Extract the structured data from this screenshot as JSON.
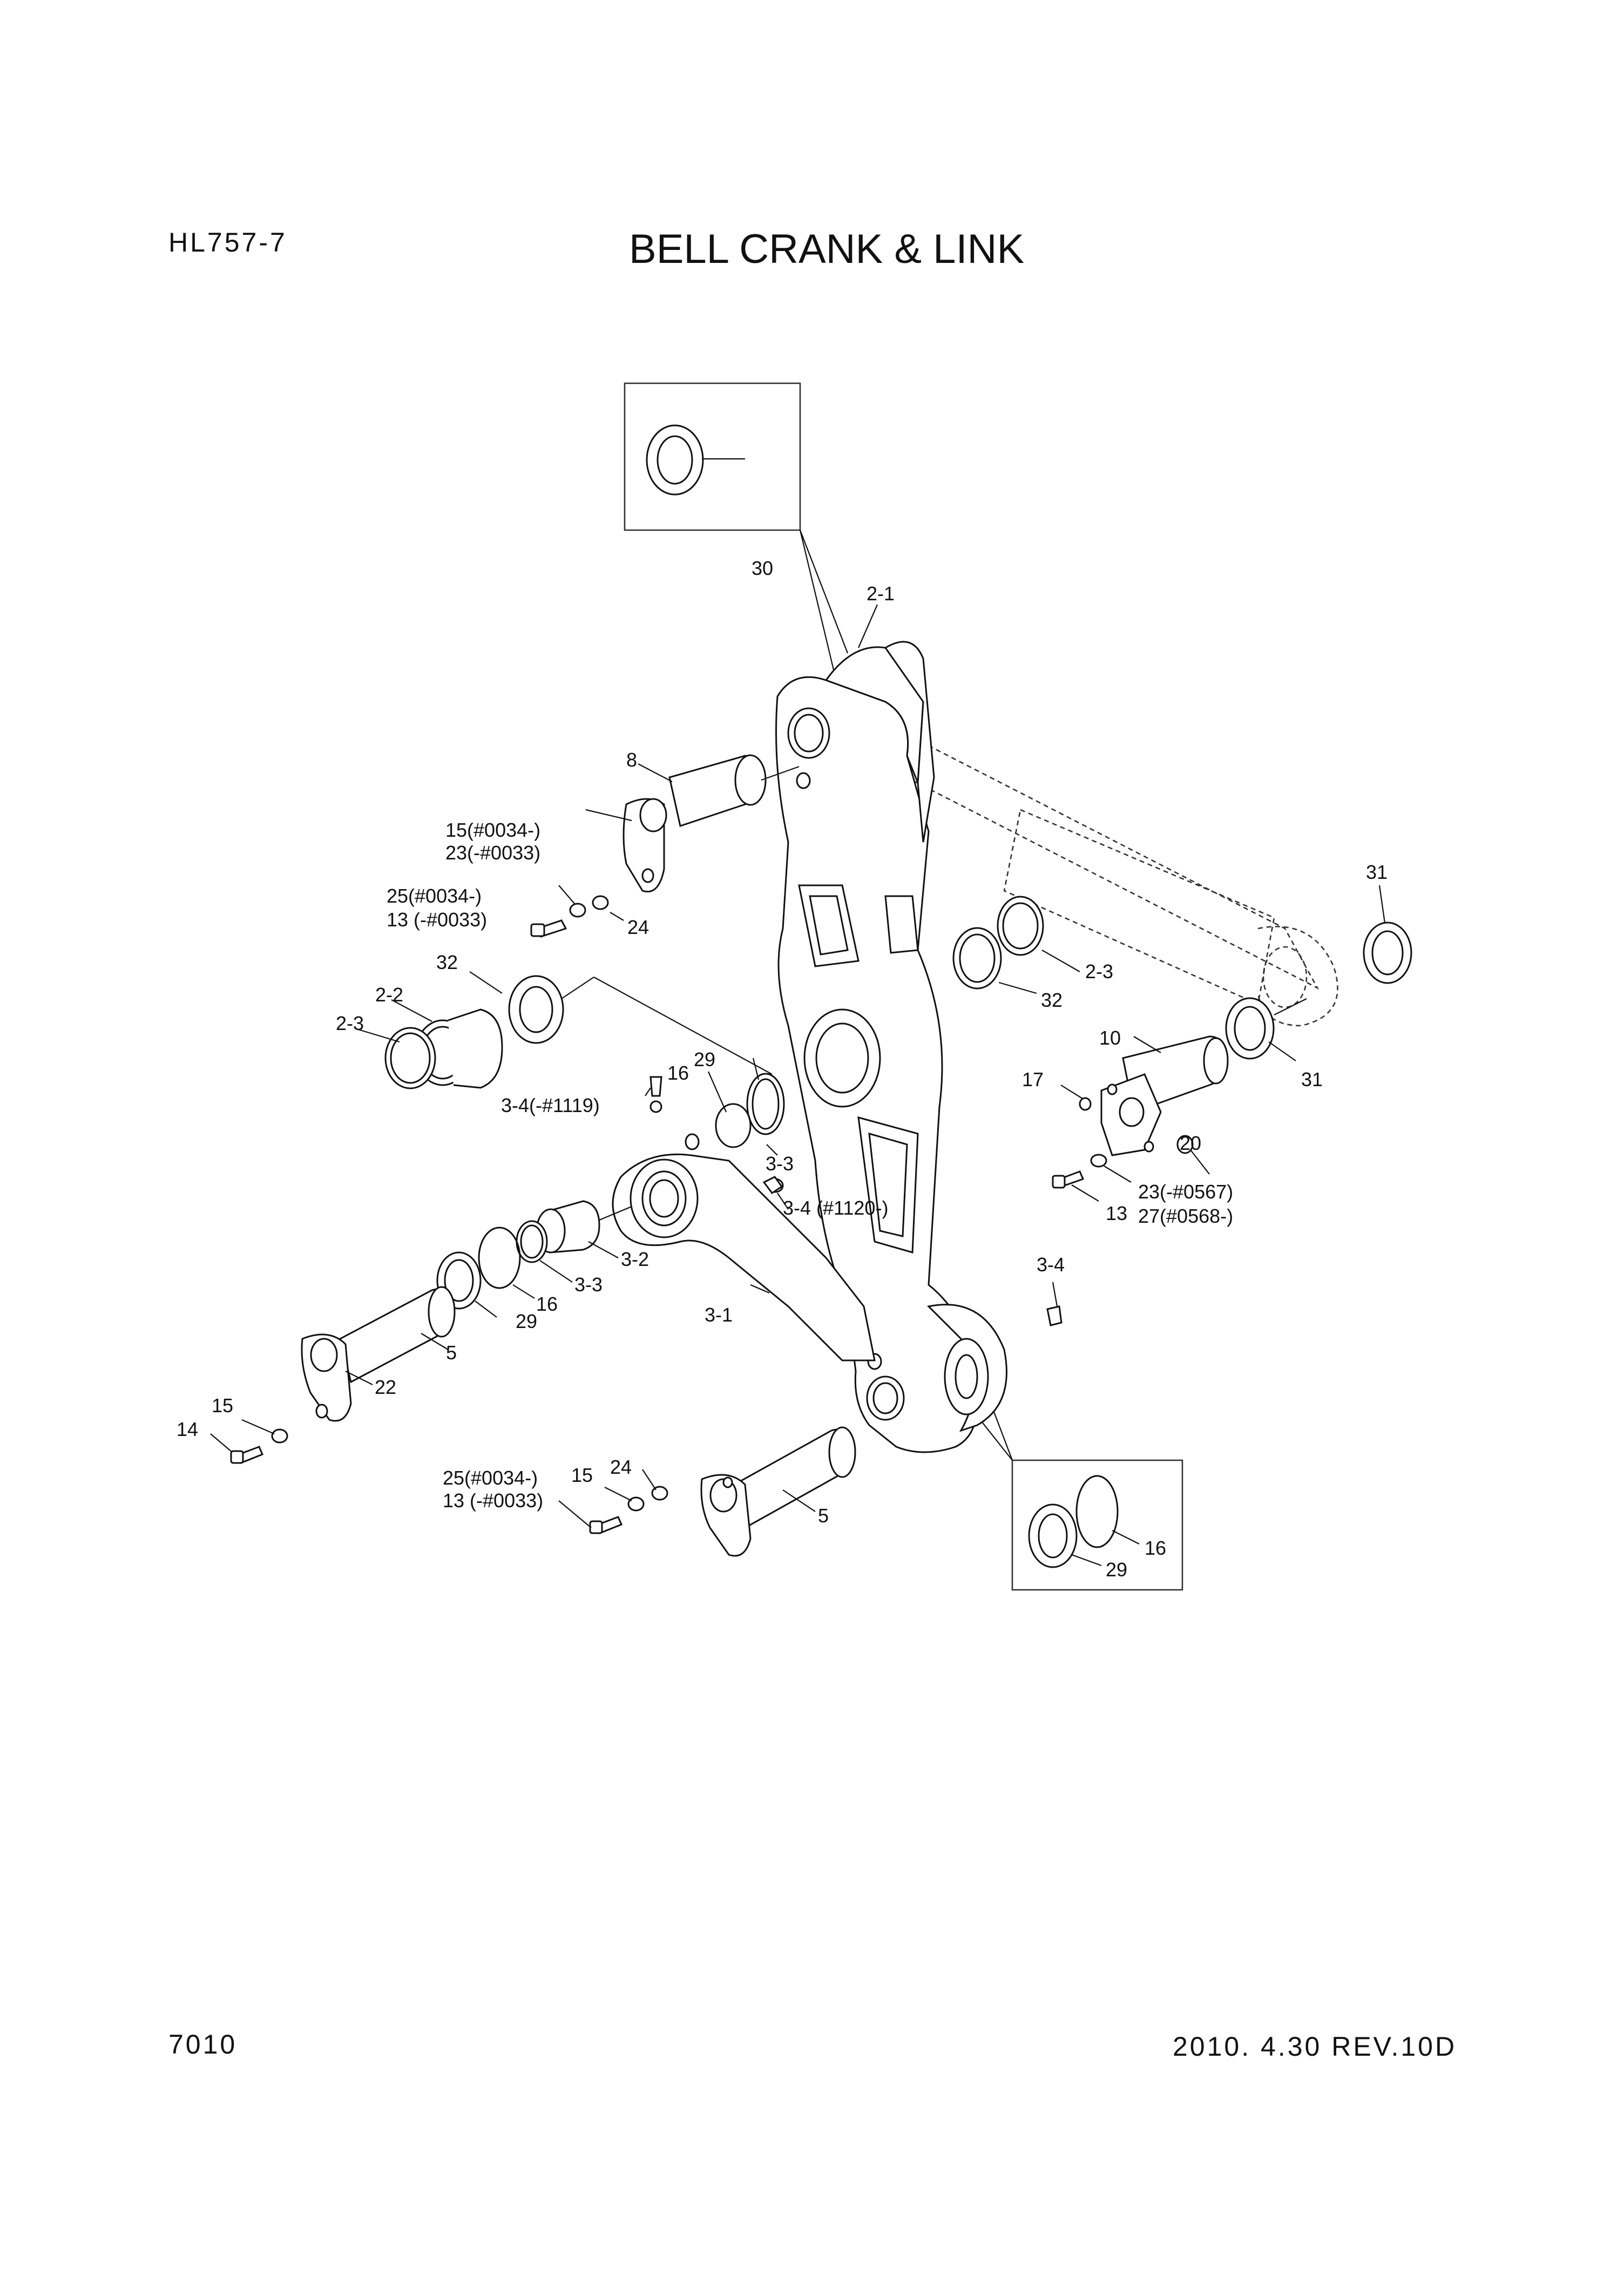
{
  "header": {
    "model": "HL757-7",
    "title": "BELL CRANK & LINK"
  },
  "footer": {
    "page_number": "7010",
    "revision": "2010. 4.30  REV.10D"
  },
  "callouts": {
    "c30": "30",
    "c2_1": "2-1",
    "c8": "8",
    "c15a": "15(#0034-)",
    "c23a": "23(-#0033)",
    "c25a": "25(#0034-)",
    "c13a": "13 (-#0033)",
    "c24a": "24",
    "c31a": "31",
    "c32a": "32",
    "c2_2": "2-2",
    "c2_3a": "2-3",
    "c2_3b": "2-3",
    "c32b": "32",
    "c10": "10",
    "c17": "17",
    "c31b": "31",
    "c29a": "29",
    "c16a": "16",
    "c3_4a": "3-4(-#1119)",
    "c3_3a": "3-3",
    "c3_4b": "3-4 (#1120-)",
    "c20": "20",
    "c23b": "23(-#0567)",
    "c13b": "13",
    "c27": "27(#0568-)",
    "c3_2": "3-2",
    "c3_3b": "3-3",
    "c16b": "16",
    "c29b": "29",
    "c3_1": "3-1",
    "c3_4c": "3-4",
    "c5a": "5",
    "c22": "22",
    "c15b": "15",
    "c14": "14",
    "c25b": "25(#0034-)",
    "c13c": "13 (-#0033)",
    "c15c": "15",
    "c24b": "24",
    "c5b": "5",
    "c16c": "16",
    "c29c": "29"
  }
}
